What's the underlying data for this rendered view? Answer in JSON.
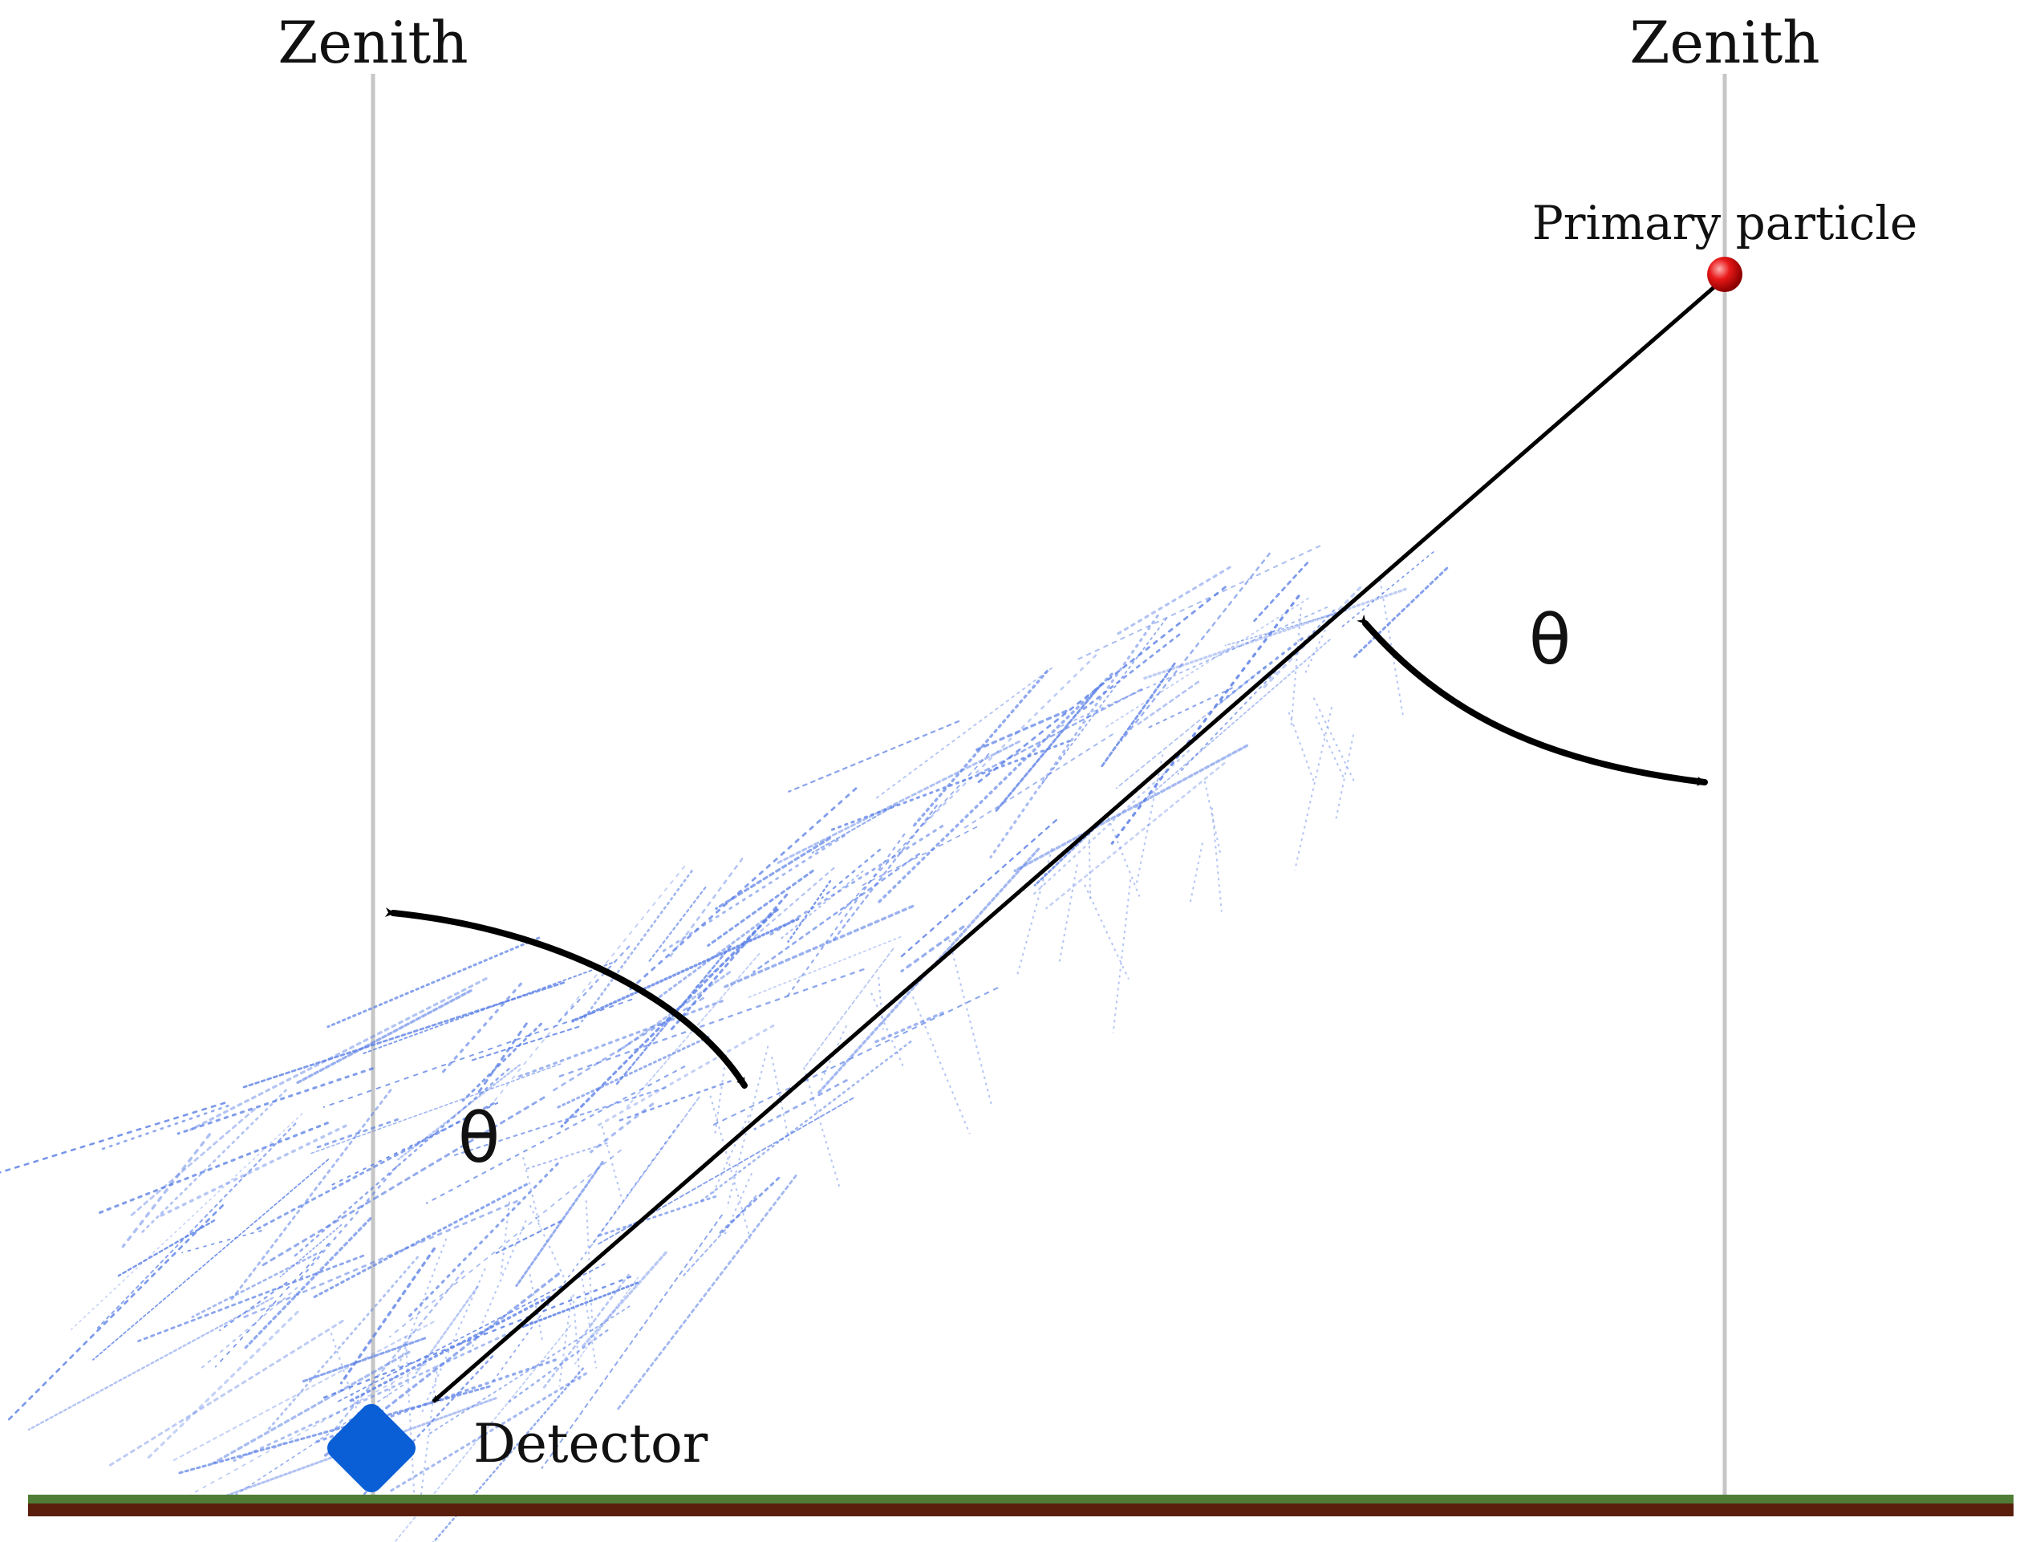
{
  "labels": {
    "zenith_left": "Zenith",
    "zenith_right": "Zenith",
    "primary_particle": "Primary particle",
    "detector": "Detector",
    "theta_upper": "θ",
    "theta_lower": "θ"
  },
  "colors": {
    "zenith_line": "#c6c6c6",
    "shower_axis": "#000000",
    "angle_arrow": "#000000",
    "shower_tracks": "#5a7fe6",
    "primary_particle": "#e01010",
    "detector": "#0a5fd6",
    "ground_soil": "#5a1e0c",
    "ground_grass": "#4f7d35"
  },
  "icons": {
    "primary_particle": "red-sphere",
    "detector": "blue-rounded-square"
  }
}
